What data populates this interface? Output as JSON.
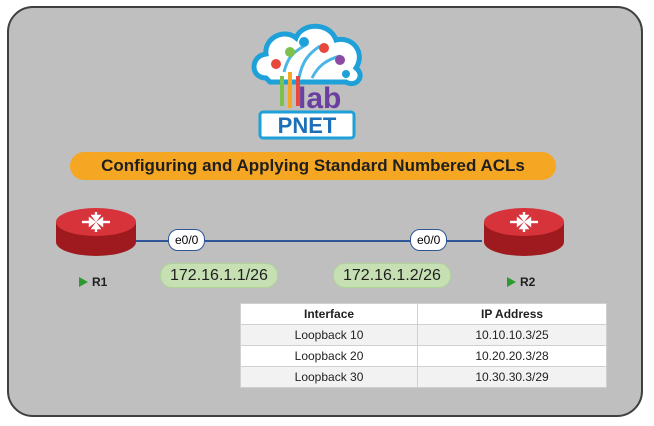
{
  "title": "Configuring and Applying Standard Numbered ACLs",
  "logo": {
    "lab_text": "lab",
    "pnet_text": "PNET"
  },
  "routers": [
    {
      "name": "R1",
      "interface": "e0/0",
      "ip": "172.16.1.1/26"
    },
    {
      "name": "R2",
      "interface": "e0/0",
      "ip": "172.16.1.2/26"
    }
  ],
  "table": {
    "headers": [
      "Interface",
      "IP Address"
    ],
    "rows": [
      [
        "Loopback 10",
        "10.10.10.3/25"
      ],
      [
        "Loopback 20",
        "10.20.20.3/28"
      ],
      [
        "Loopback 30",
        "10.30.30.3/29"
      ]
    ]
  },
  "colors": {
    "banner": "#f5a623",
    "link": "#2f5597",
    "ip_pill": "#c6e0b4",
    "router": "#c0262c"
  }
}
